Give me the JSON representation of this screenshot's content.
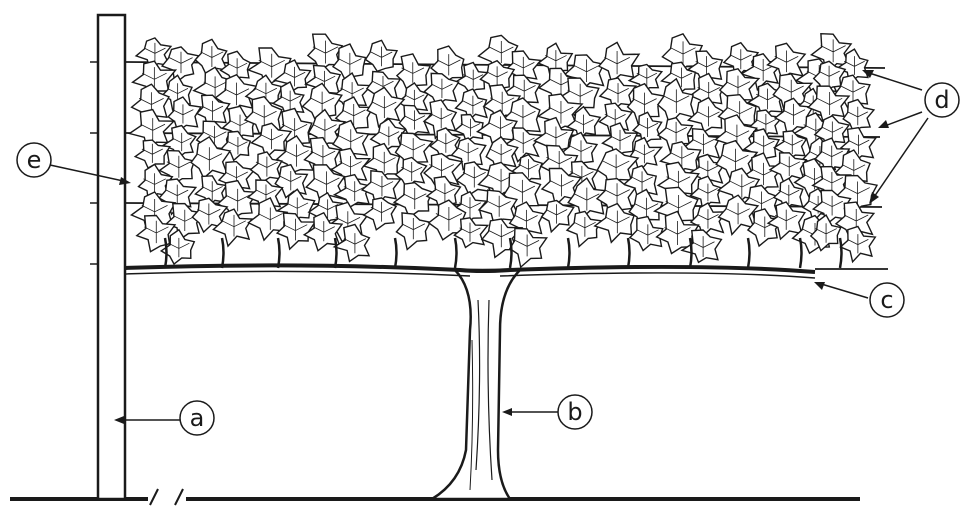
{
  "labels": {
    "a": "a",
    "b": "b",
    "c": "c",
    "d": "d",
    "e": "e"
  },
  "colors": {
    "ink": "#1a1a1a",
    "leaf_fill": "#ffffff",
    "background": "#ffffff"
  },
  "icons": {
    "leaf": "grape-leaf-icon",
    "post": "vine-post-icon",
    "trunk": "vine-trunk-icon"
  }
}
